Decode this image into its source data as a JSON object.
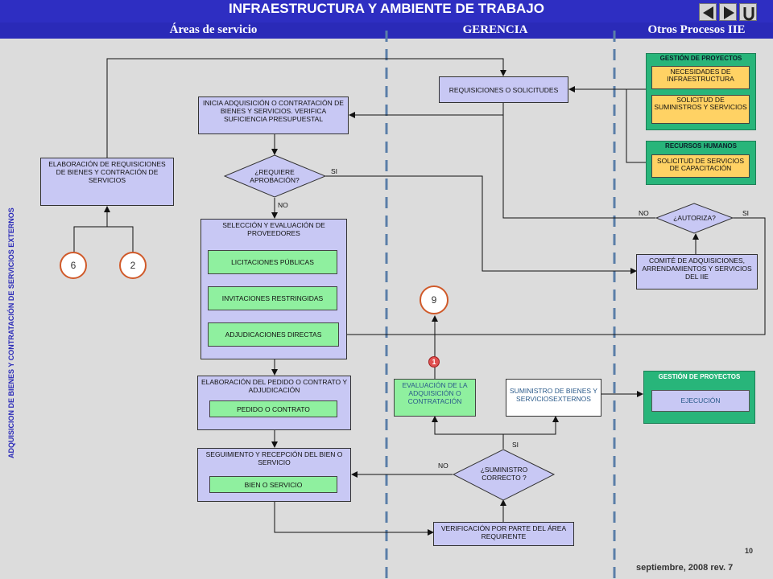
{
  "title": "INFRAESTRUCTURA Y AMBIENTE DE TRABAJO",
  "lanes": [
    "Áreas de servicio",
    "GERENCIA",
    "Otros Procesos IIE"
  ],
  "side_label": "ADQUISICION DE BIENES Y CONTRATACIÓN DE SERVICIOS EXTERNOS",
  "nodes": {
    "elaboracion_req": "ELABORACIÓN DE REQUISICIONES DE BIENES Y CONTRACIÓN DE SERVICIOS",
    "inicia_adq": "INICIA ADQUISICIÓN O CONTRATACIÓN DE BIENES Y SERVICIOS. VERIFICA SUFICIENCIA PRESUPUESTAL",
    "requisiciones": "REQUISICIONES O SOLICITUDES",
    "requiere_aprob": "¿REQUIERE APROBACIÓN?",
    "seleccion": "SELECCIÓN Y EVALUACIÓN DE PROVEEDORES",
    "licitaciones": "LICITACIONES PÚBLICAS",
    "invitaciones": "INVITACIONES RESTRINGIDAS",
    "adjudicaciones": "ADJUDICACIONES DIRECTAS",
    "elab_pedido": "ELABORACIÓN DEL PEDIDO O CONTRATO Y ADJUDICACIÓN",
    "pedido": "PEDIDO O CONTRATO",
    "seguimiento": "SEGUIMIENTO Y RECEPCIÓN DEL BIEN O SERVICIO",
    "bien_servicio": "BIEN O SERVICIO",
    "evaluacion": "EVALUACIÓN DE LA ADQUISICIÓN O CONTRATACIÓN",
    "suministro": "SUMINISTRO DE BIENES Y SERVICIOSEXTERNOS",
    "suministro_correcto": "¿SUMINISTRO CORRECTO ?",
    "verificacion": "VERIFICACIÓN POR PARTE DEL ÁREA REQUIRENTE",
    "comite": "COMITÉ DE ADQUISICIONES, ARRENDAMIENTOS Y SERVICIOS DEL IIE",
    "autoriza": "¿AUTORIZA?"
  },
  "panels": {
    "gestion1": {
      "title": "GESTIÓN DE PROYECTOS",
      "items": [
        "NECESIDADES DE INFRAESTRUCTURA",
        "SOLICITUD DE SUMINISTROS Y SERVICIOS"
      ]
    },
    "rrhh": {
      "title": "RECURSOS HUMANOS",
      "items": [
        "SOLICITUD DE SERVICIOS DE CAPACITACIÓN"
      ]
    },
    "gestion2": {
      "title": "GESTIÓN DE PROYECTOS",
      "items": [
        "EJECUCIÓN"
      ]
    }
  },
  "labels": {
    "si": "SI",
    "no": "NO"
  },
  "connectors": {
    "c6": "6",
    "c2": "2",
    "c9": "9",
    "c1": "1"
  },
  "page_number": "10",
  "footer": "septiembre,  2008   rev. 7",
  "colors": {
    "title_bar": "#2e2ec2",
    "lane_bar": "#2a2ab8",
    "process": "#c8c8f4",
    "subprocess": "#8ff09f",
    "panel": "#28b57a",
    "panel_item": "#ffd264",
    "connector_border": "#d05a2a",
    "divider": "#5a7ea8"
  }
}
